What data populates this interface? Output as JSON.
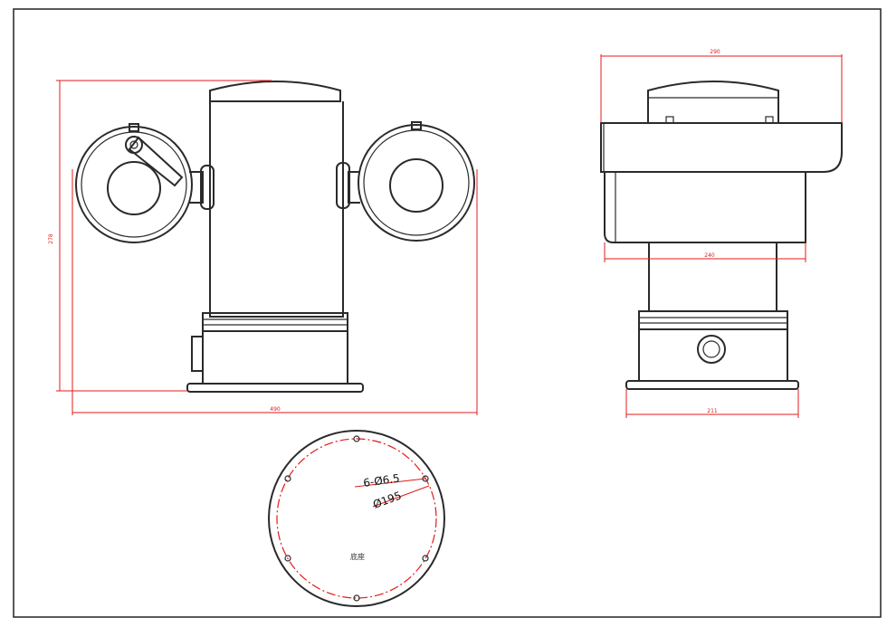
{
  "colors": {
    "outline": "#2a2a2a",
    "dimension": "#e01b1b",
    "background": "#ffffff"
  },
  "front_view": {
    "height_dim": "278",
    "width_dim": "490"
  },
  "side_view": {
    "top_width_dim": "290",
    "body_width_dim": "240",
    "base_width_dim": "211"
  },
  "base_view": {
    "hole_label": "6-Ø6.5",
    "circle_label": "Ø195",
    "caption": "底座"
  }
}
